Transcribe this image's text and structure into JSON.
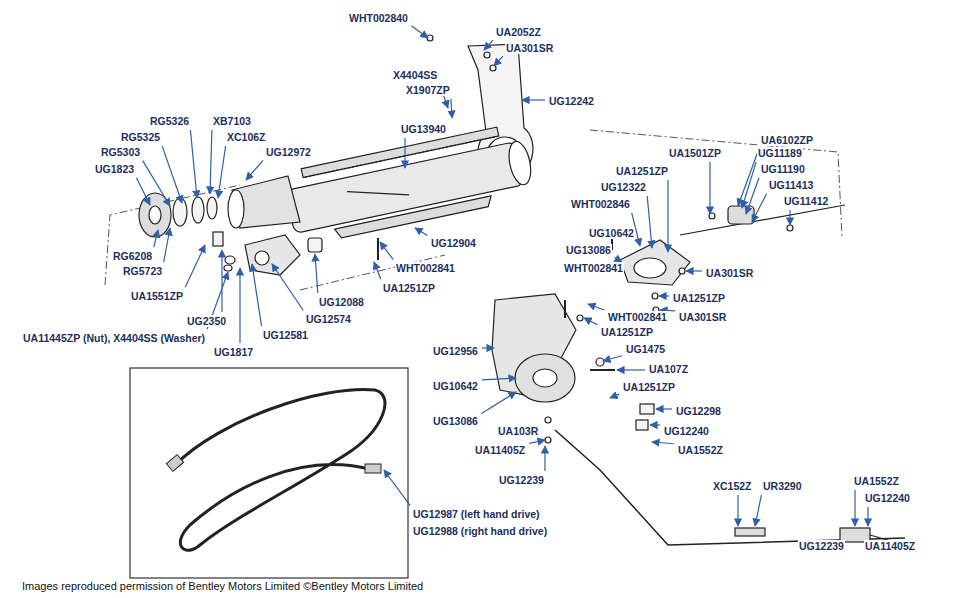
{
  "diagram": {
    "caption": "Images reproduced permission of Bentley Motors Limited ©Bentley Motors Limited",
    "labels": [
      "WHT002840",
      "UA2052Z",
      "UA301SR",
      "X4404SS",
      "X1907ZP",
      "UG12242",
      "UG13940",
      "RG5326",
      "XB7103",
      "RG5325",
      "XC106Z",
      "UG12972",
      "RG5303",
      "UG1823",
      "UA1501ZP",
      "UA6102ZP",
      "UG11189",
      "UA1251ZP",
      "UG11190",
      "UG12322",
      "UG11413",
      "UG11412",
      "WHT002846",
      "UG10642",
      "RG6208",
      "UG13086",
      "UA301SR",
      "RG5723",
      "UG12904",
      "WHT002841",
      "WHT002841",
      "UA1251ZP",
      "UA1551ZP",
      "UA1251ZP",
      "UG12088",
      "WHT002841",
      "UA301SR",
      "UG2350",
      "UG12574",
      "UA1251ZP",
      "UA11445ZP (Nut), X4404SS (Washer)",
      "UG12581",
      "UG12956",
      "UG1475",
      "UG1817",
      "UA107Z",
      "UG10642",
      "UA1251ZP",
      "UG12298",
      "UG13086",
      "UG12240",
      "UA103R",
      "UA1552Z",
      "UA11405Z",
      "UG12239",
      "XC152Z",
      "UR3290",
      "UA1552Z",
      "UG12240",
      "UG12987 (left hand drive)",
      "UG12988 (right hand drive)",
      "UG12239",
      "UA11405Z"
    ]
  }
}
